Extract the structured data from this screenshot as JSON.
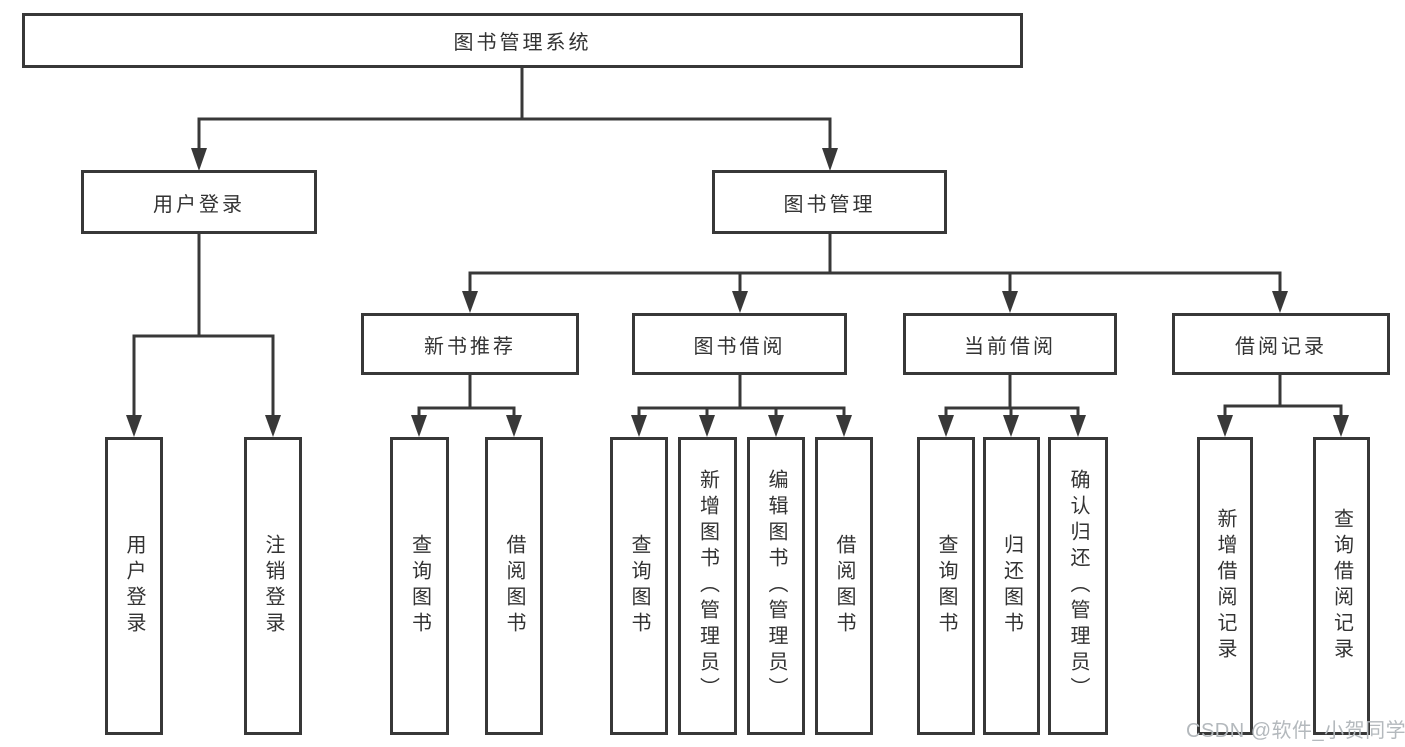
{
  "diagram": {
    "title": "图书管理系统",
    "nodes": {
      "root": "图书管理系统",
      "user_login": "用户登录",
      "book_mgmt": "图书管理",
      "new_book_rec": "新书推荐",
      "book_borrow": "图书借阅",
      "current_borrow": "当前借阅",
      "borrow_records": "借阅记录",
      "leaf_user_login": "用户登录",
      "leaf_logout": "注销登录",
      "leaf_nbr_query_book": "查询图书",
      "leaf_nbr_borrow_book": "借阅图书",
      "leaf_bb_query_book": "查询图书",
      "leaf_bb_add_book": "新增图书（管理员）",
      "leaf_bb_edit_book": "编辑图书（管理员）",
      "leaf_bb_borrow_book": "借阅图书",
      "leaf_cb_query_book": "查询图书",
      "leaf_cb_return_book": "归还图书",
      "leaf_cb_confirm_return": "确认归还（管理员）",
      "leaf_br_add_record": "新增借阅记录",
      "leaf_br_query_record": "查询借阅记录"
    },
    "colors": {
      "line": "#383838",
      "text": "#333333",
      "background": "#ffffff",
      "watermark": "#b4b9bd"
    }
  },
  "watermark": {
    "text": "CSDN @软件_小贺同学"
  }
}
